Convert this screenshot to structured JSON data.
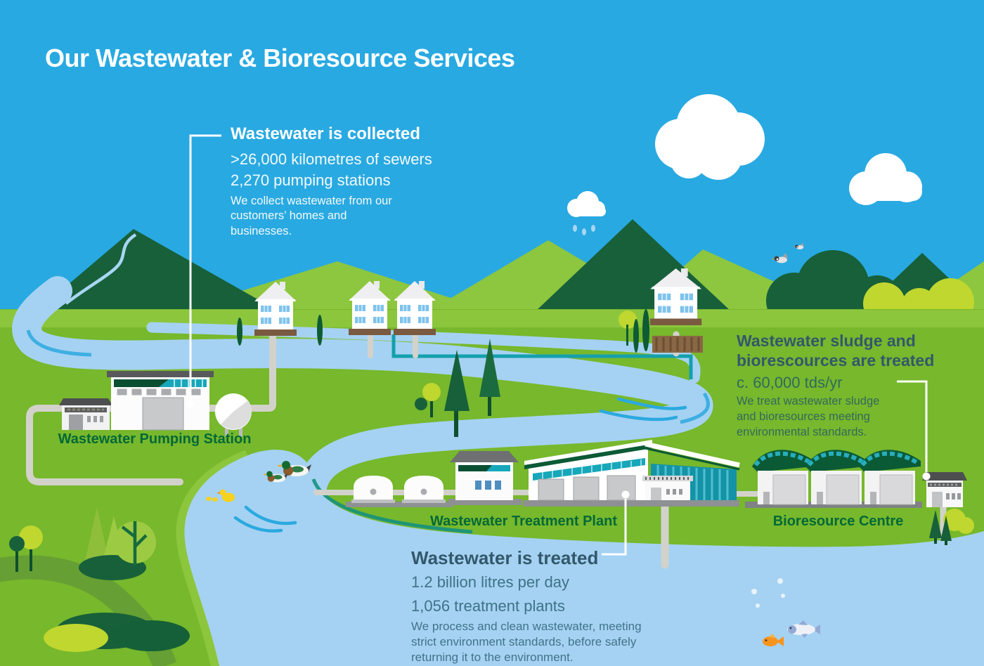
{
  "title": "Our Wastewater & Bioresource Services",
  "callouts": {
    "collected": {
      "heading": "Wastewater is collected",
      "stats": [
        ">26,000 kilometres of sewers",
        "2,270 pumping stations"
      ],
      "description": "We collect wastewater from our customers’ homes and businesses."
    },
    "sludge": {
      "heading": "Wastewater sludge and biorescources are treated",
      "stats": [
        "c. 60,000 tds/yr"
      ],
      "description": "We treat wastewater sludge and bioresources meeting environmental standards."
    },
    "treated": {
      "heading": "Wastewater is treated",
      "stats": [
        "1.2 billion litres per day",
        "1,056 treatment plants"
      ],
      "description": "We process and clean wastewater, meeting strict environment standards, before safely returning it to the environment."
    }
  },
  "facility_labels": {
    "pumping_station": "Wastewater Pumping Station",
    "treatment_plant": "Wastewater Treatment Plant",
    "bioresource_centre": "Bioresource Centre"
  },
  "scene_elements": [
    "sky",
    "clouds",
    "rain-cloud",
    "flying-ducks",
    "mountains",
    "hillside-bushes",
    "river",
    "stream",
    "sewer-pipes",
    "houses",
    "pumping-station",
    "sphere-tank",
    "treatment-plant",
    "storage-domes",
    "outfall-pipe",
    "bioresource-centre",
    "trees",
    "mallard-ducks",
    "yellow-duck-family",
    "goldfish",
    "silver-fish",
    "bubbles"
  ],
  "colors": {
    "sky": "#29A9E1",
    "grass": "#77B82C",
    "grass_light": "#8CC63C",
    "lime": "#BFD72F",
    "forest_green": "#17603A",
    "river_blue": "#A5D2F2",
    "ripple_cyan": "#2BA9DF",
    "teal_accent": "#16A7BA",
    "label_green": "#046937",
    "heading_slate": "#33586B",
    "white": "#FFFFFF"
  }
}
